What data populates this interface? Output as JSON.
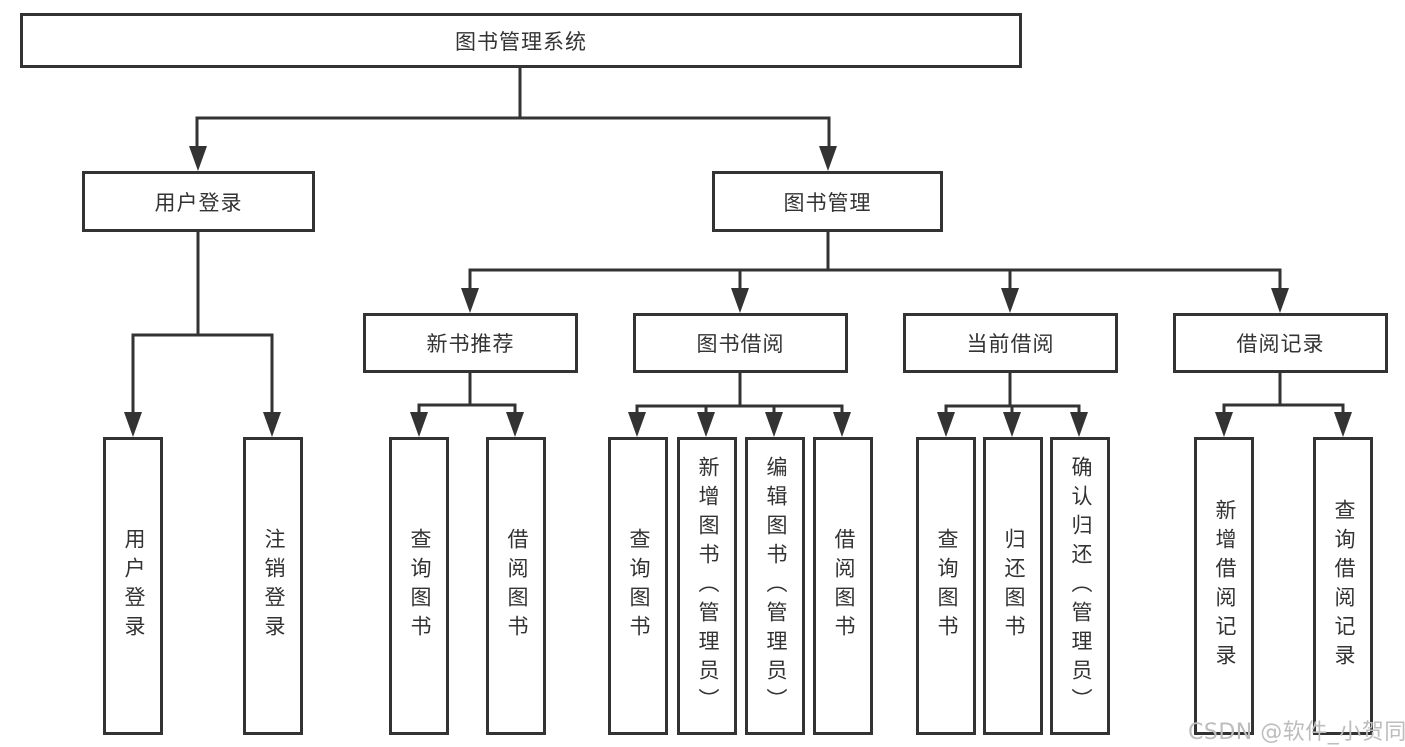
{
  "colors": {
    "line": "#333333",
    "box_border": "#333333",
    "box_background": "#ffffff",
    "text": "#333333",
    "watermark_text": "#bdbdbd",
    "page_background": "#ffffff"
  },
  "watermark": "CSDN @软件_小贺同学",
  "tree": {
    "label": "图书管理系统",
    "children": [
      {
        "label": "用户登录",
        "children": [
          {
            "label": "用户登录"
          },
          {
            "label": "注销登录"
          }
        ]
      },
      {
        "label": "图书管理",
        "children": [
          {
            "label": "新书推荐",
            "children": [
              {
                "label": "查询图书"
              },
              {
                "label": "借阅图书"
              }
            ]
          },
          {
            "label": "图书借阅",
            "children": [
              {
                "label": "查询图书"
              },
              {
                "label": "新增图书（管理员）"
              },
              {
                "label": "编辑图书（管理员）"
              },
              {
                "label": "借阅图书"
              }
            ]
          },
          {
            "label": "当前借阅",
            "children": [
              {
                "label": "查询图书"
              },
              {
                "label": "归还图书"
              },
              {
                "label": "确认归还（管理员）"
              }
            ]
          },
          {
            "label": "借阅记录",
            "children": [
              {
                "label": "新增借阅记录"
              },
              {
                "label": "查询借阅记录"
              }
            ]
          }
        ]
      }
    ]
  }
}
